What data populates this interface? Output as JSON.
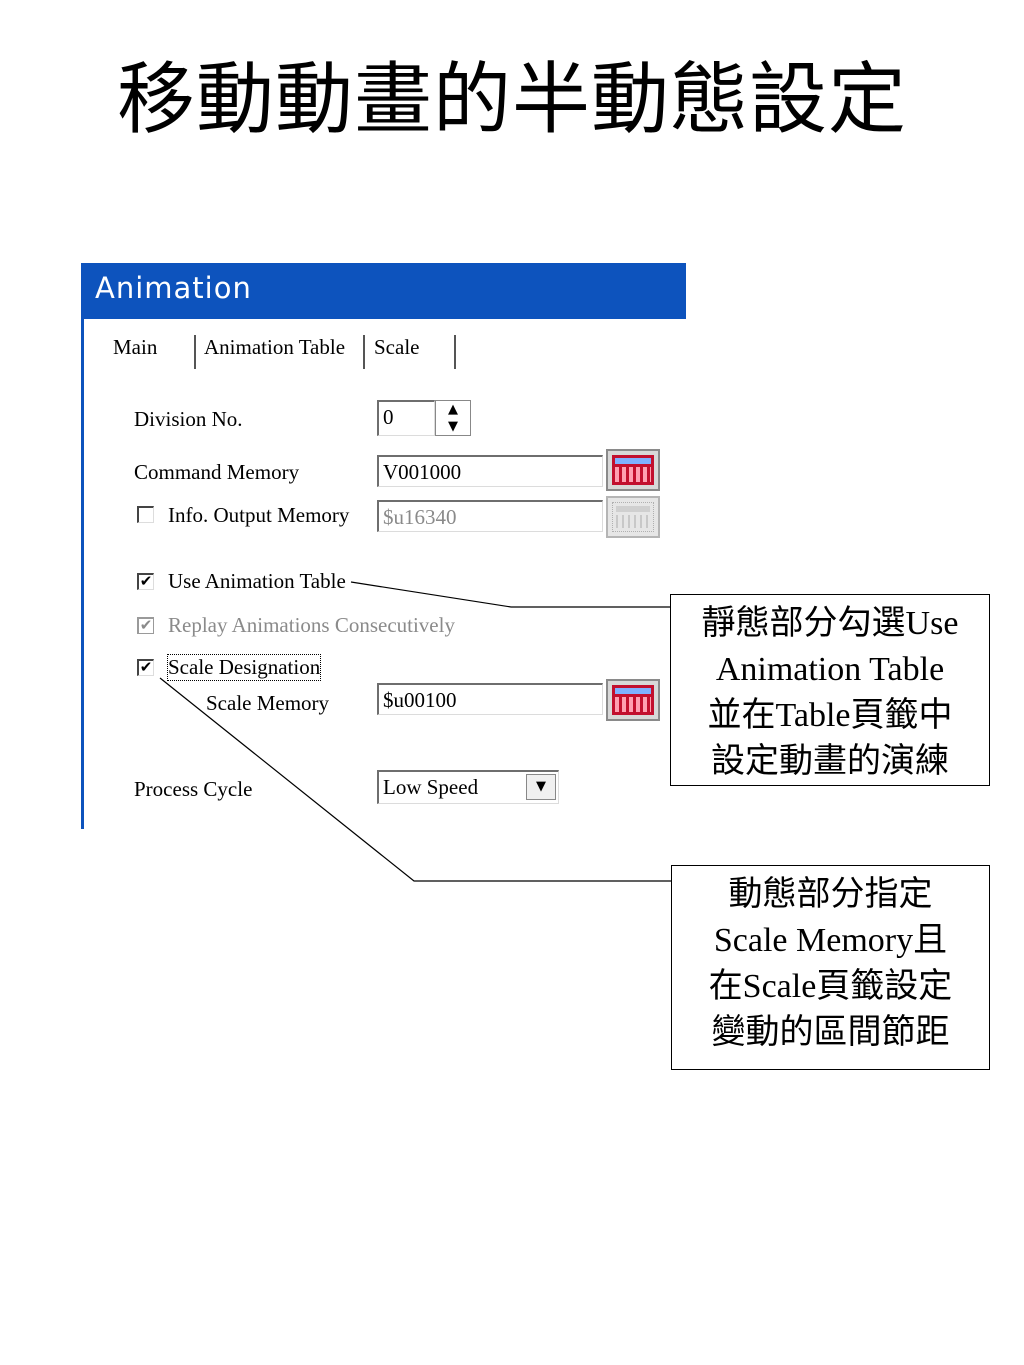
{
  "slide": {
    "title": "移動動畫的半動態設定"
  },
  "dialog": {
    "title": "Animation",
    "tabs": [
      {
        "label": "Main",
        "active": true
      },
      {
        "label": "Animation Table",
        "active": false
      },
      {
        "label": "Scale",
        "active": false
      }
    ],
    "division_no": {
      "label": "Division No.",
      "value": "0"
    },
    "command_memory": {
      "label": "Command Memory",
      "value": "V001000"
    },
    "info_output_memory": {
      "label": "Info. Output Memory",
      "value": "$u16340",
      "checked": false,
      "enabled": false
    },
    "use_animation_table": {
      "label": "Use Animation Table",
      "checked": true
    },
    "replay_animations": {
      "label": "Replay Animations Consecutively",
      "checked": true,
      "enabled": false
    },
    "scale_designation": {
      "label": "Scale Designation",
      "checked": true
    },
    "scale_memory": {
      "label": "Scale Memory",
      "value": "$u00100"
    },
    "process_cycle": {
      "label": "Process Cycle",
      "value": "Low Speed"
    },
    "icons": {
      "spin_up": "▲",
      "spin_down": "▼",
      "dropdown": "▼",
      "check": "✔"
    },
    "colors": {
      "titlebar": "#0d53bd",
      "calc_button": "#c20f2e"
    }
  },
  "callouts": {
    "static": {
      "lines": [
        "靜態部分勾選Use",
        "Animation Table",
        "並在Table頁籤中",
        "設定動畫的演練"
      ]
    },
    "dynamic": {
      "lines": [
        "動態部分指定",
        "Scale Memory且",
        "在Scale頁籤設定",
        "變動的區間節距"
      ]
    }
  }
}
